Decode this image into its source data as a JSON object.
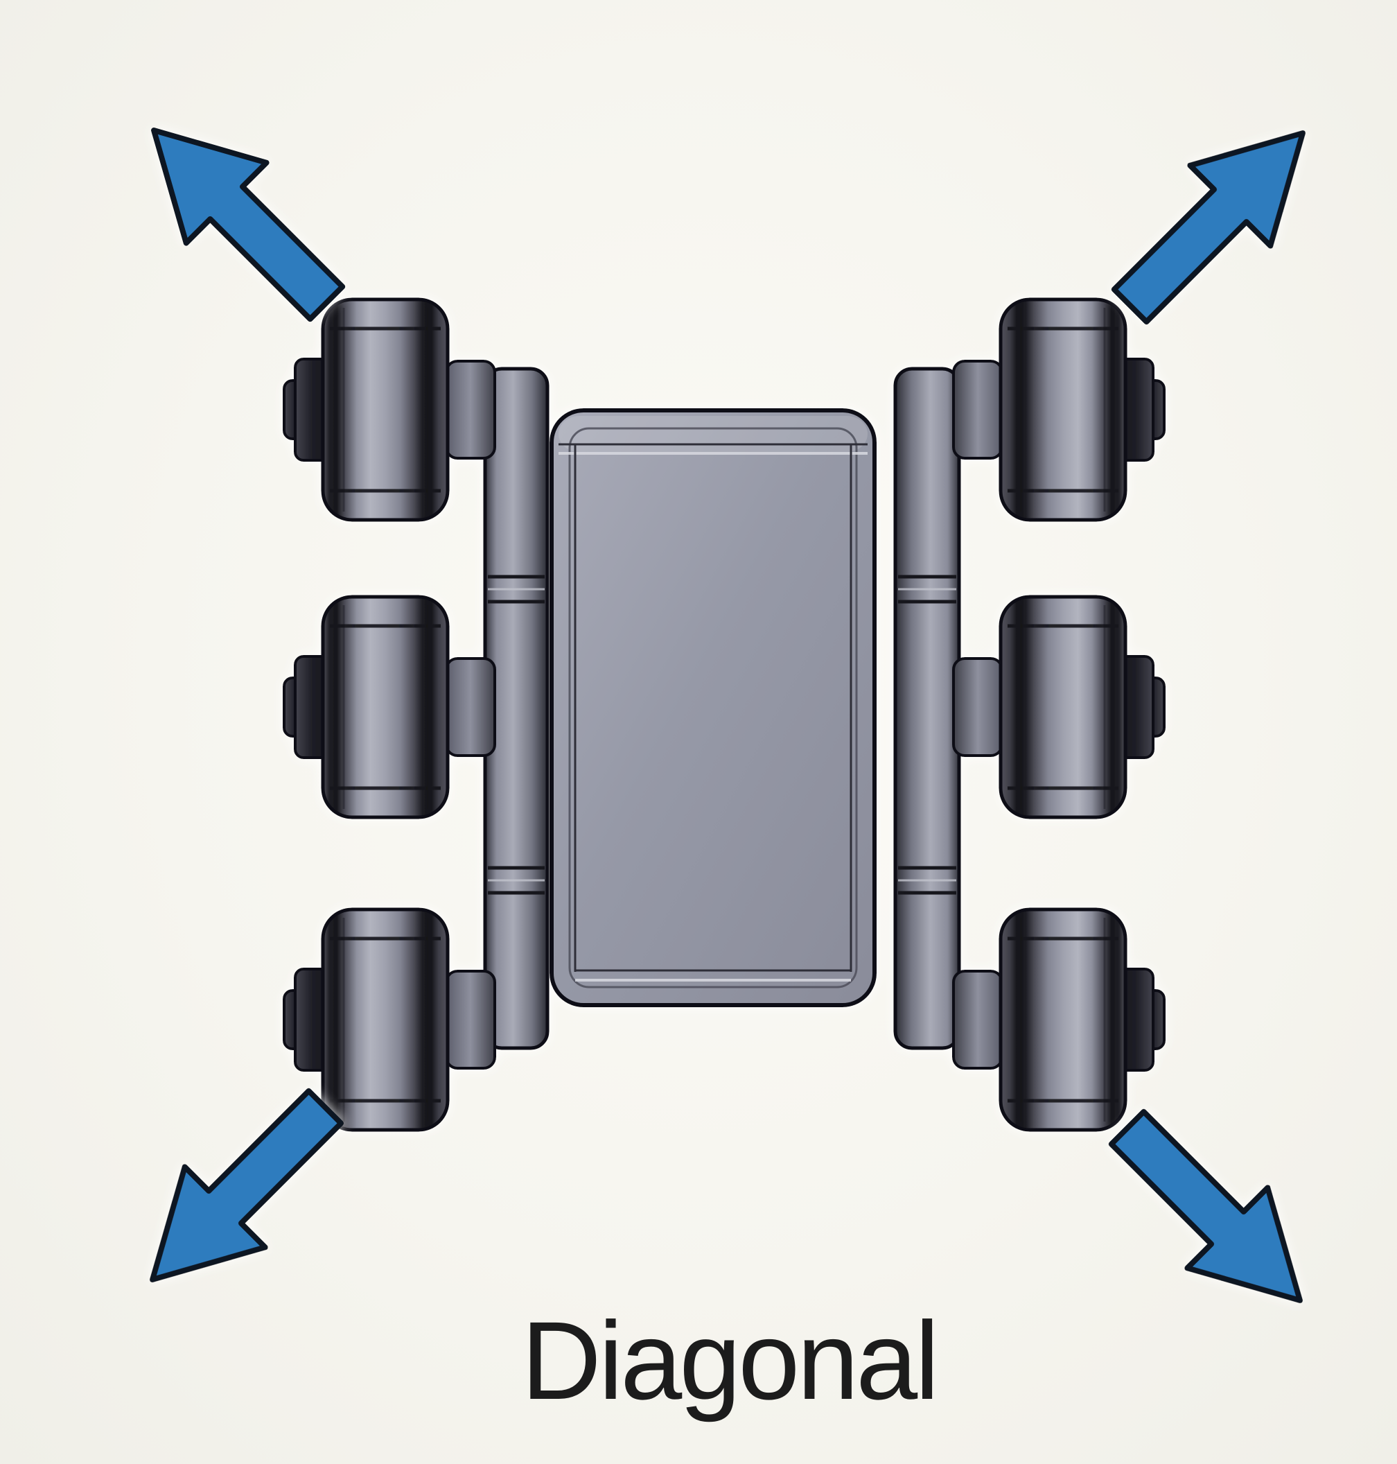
{
  "scene": {
    "caption": "Diagonal",
    "background_color": "#f6f5ef",
    "colors": {
      "arrow_fill": "#2e7cbe",
      "arrow_outline": "#111622",
      "robot_outline": "#101016",
      "body_fill": "#9699a7",
      "wheel_dark": "#15151a",
      "wheel_light": "#b2b4bf",
      "caption_color": "#1c1c1c"
    },
    "robot": {
      "description": "top view of a six-wheeled robot chassis",
      "wheel_count": 6,
      "wheels": [
        "front-left",
        "middle-left",
        "rear-left",
        "front-right",
        "middle-right",
        "rear-right"
      ]
    },
    "arrows": [
      {
        "direction": "up-left"
      },
      {
        "direction": "up-right"
      },
      {
        "direction": "down-left"
      },
      {
        "direction": "down-right"
      }
    ]
  }
}
